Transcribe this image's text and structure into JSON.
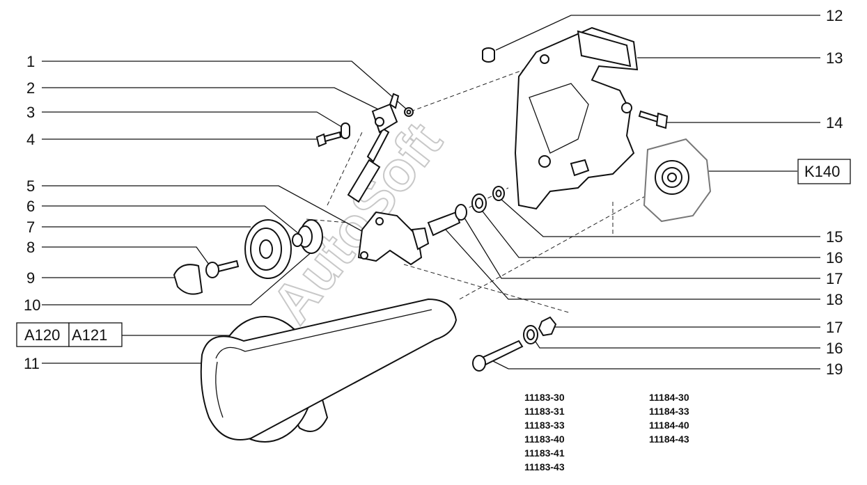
{
  "callouts": {
    "c1": "1",
    "c2": "2",
    "c3": "3",
    "c4": "4",
    "c5": "5",
    "c6": "6",
    "c7": "7",
    "c8": "8",
    "c9": "9",
    "c10": "10",
    "c11": "11",
    "c12": "12",
    "c13": "13",
    "c14": "14",
    "c15": "15",
    "c16a": "16",
    "c17a": "17",
    "c18": "18",
    "c17b": "17",
    "c16b": "16",
    "c19": "19"
  },
  "boxes": {
    "a120": "A120",
    "a121": "A121",
    "k140": "K140"
  },
  "codes_left": [
    "11183-30",
    "11183-31",
    "11183-33",
    "11183-40",
    "11183-41",
    "11183-43"
  ],
  "codes_right": [
    "11184-30",
    "11184-33",
    "11184-40",
    "11184-43"
  ],
  "watermark": "AutoSoft"
}
